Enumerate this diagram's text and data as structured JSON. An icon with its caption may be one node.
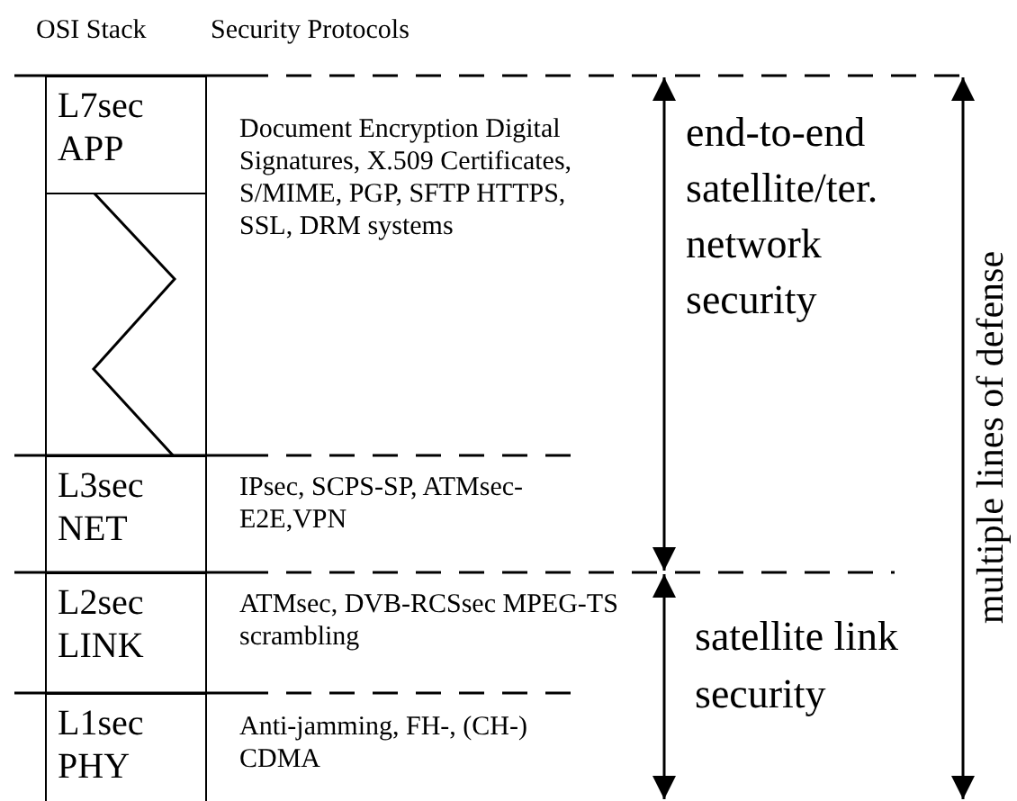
{
  "diagram": {
    "nodes": [
      {
        "text": [
          "L7sec APP"
        ],
        "beside": [
          "Document Encryption Digital Signatures, X.509 Certificates, S/MIME, PGP, SFTP HTTPS, SSL, DRM systems"
        ]
      },
      {
        "text": [],
        "shape": "box"
      },
      {
        "text": [
          "L3sec NET"
        ],
        "beside": [
          "IPsec, SCPS-SP, ATMsec-E2E,VPN"
        ]
      },
      {
        "text": [
          "L2sec LINK"
        ],
        "beside": [
          "ATMsec, DVB-RCSsec MPEG-TS scrambling"
        ]
      },
      {
        "text": [
          "L1sec PHY"
        ],
        "beside": [
          "Anti-jamming, FH-, (CH-) CDMA"
        ]
      }
    ],
    "labels": [
      "OSI Stack",
      "Security Protocols",
      "end-to-end satellite/ter. network security",
      "satellite link security",
      "multiple lines of defense"
    ]
  }
}
